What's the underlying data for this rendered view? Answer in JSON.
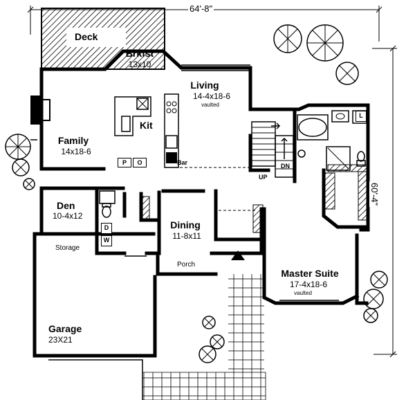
{
  "dimensions": {
    "width": "64'-8\"",
    "depth": "60'-4\""
  },
  "rooms": {
    "deck": {
      "name": "Deck"
    },
    "breakfast": {
      "name": "Brkfst",
      "size": "13x10"
    },
    "living": {
      "name": "Living",
      "size": "14-4x18-6",
      "note": "vaulted"
    },
    "kitchen": {
      "name": "Kit"
    },
    "family": {
      "name": "Family",
      "size": "14x18-6"
    },
    "den": {
      "name": "Den",
      "size": "10-4x12"
    },
    "dining": {
      "name": "Dining",
      "size": "11-8x11"
    },
    "storage": {
      "name": "Storage"
    },
    "porch": {
      "name": "Porch"
    },
    "master_suite": {
      "name": "Master Suite",
      "size": "17-4x18-6",
      "note": "vaulted"
    },
    "garage": {
      "name": "Garage",
      "size": "23X21"
    }
  },
  "fixtures": {
    "bar": "Bar",
    "up": "UP",
    "dn": "DN",
    "laundry": "L",
    "pantry_p": "P",
    "pantry_o": "O",
    "dryer": "D",
    "washer": "W"
  }
}
